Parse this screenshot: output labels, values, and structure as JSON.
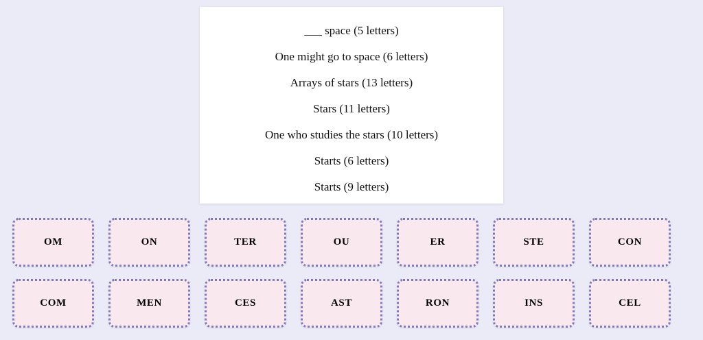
{
  "clue_panel": {
    "clues": [
      "___ space (5 letters)",
      "One might go to space (6 letters)",
      "Arrays of stars (13 letters)",
      "Stars (11 letters)",
      "One who studies the stars (10 letters)",
      "Starts (6 letters)",
      "Starts (9 letters)"
    ]
  },
  "tile_board": {
    "rows": [
      {
        "tiles": [
          {
            "label": "OM"
          },
          {
            "label": "ON"
          },
          {
            "label": "TER"
          },
          {
            "label": "OU"
          },
          {
            "label": "ER"
          },
          {
            "label": "STE"
          },
          {
            "label": "CON"
          }
        ]
      },
      {
        "tiles": [
          {
            "label": "COM"
          },
          {
            "label": "MEN"
          },
          {
            "label": "CES"
          },
          {
            "label": "AST"
          },
          {
            "label": "RON"
          },
          {
            "label": "INS"
          },
          {
            "label": "CEL"
          }
        ]
      }
    ]
  },
  "colors": {
    "page_background": "#ebebf7",
    "panel_background": "#ffffff",
    "tile_background": "#fae8ef",
    "tile_border": "#7b7bbf",
    "text": "#101010"
  }
}
